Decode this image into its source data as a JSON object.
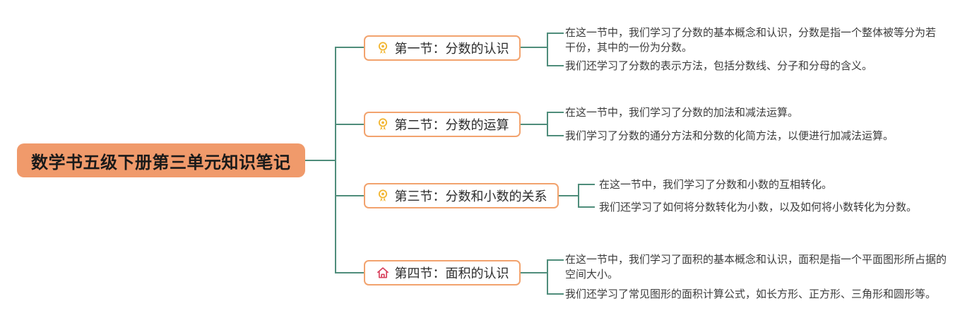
{
  "root": {
    "title": "数学书五级下册第三单元知识笔记"
  },
  "branches": [
    {
      "icon": "medal",
      "title": "第一节：分数的认识",
      "notes": [
        "在这一节中，我们学习了分数的基本概念和认识，分数是指一个整体被等分为若干份，其中的一份为分数。",
        "我们还学习了分数的表示方法，包括分数线、分子和分母的含义。"
      ]
    },
    {
      "icon": "medal",
      "title": "第二节：分数的运算",
      "notes": [
        "在这一节中，我们学习了分数的加法和减法运算。",
        "我们学习了分数的通分方法和分数的化简方法，以便进行加减法运算。"
      ]
    },
    {
      "icon": "medal",
      "title": "第三节：分数和小数的关系",
      "notes": [
        "在这一节中，我们学习了分数和小数的互相转化。",
        "我们还学习了如何将分数转化为小数，以及如何将小数转化为分数。"
      ]
    },
    {
      "icon": "house",
      "title": "第四节：面积的认识",
      "notes": [
        "在这一节中，我们学习了面积的基本概念和认识，面积是指一个平面图形所占据的空间大小。",
        "我们还学习了常见图形的面积计算公式，如长方形、正方形、三角形和圆形等。"
      ]
    }
  ],
  "colors": {
    "root_fill": "#f09a6b",
    "node_border": "#f2a36e",
    "connector": "#4f8d7b",
    "medal_icon": "#f2b632",
    "house_icon": "#d8415c",
    "leaf_text": "#3c3c3c"
  }
}
